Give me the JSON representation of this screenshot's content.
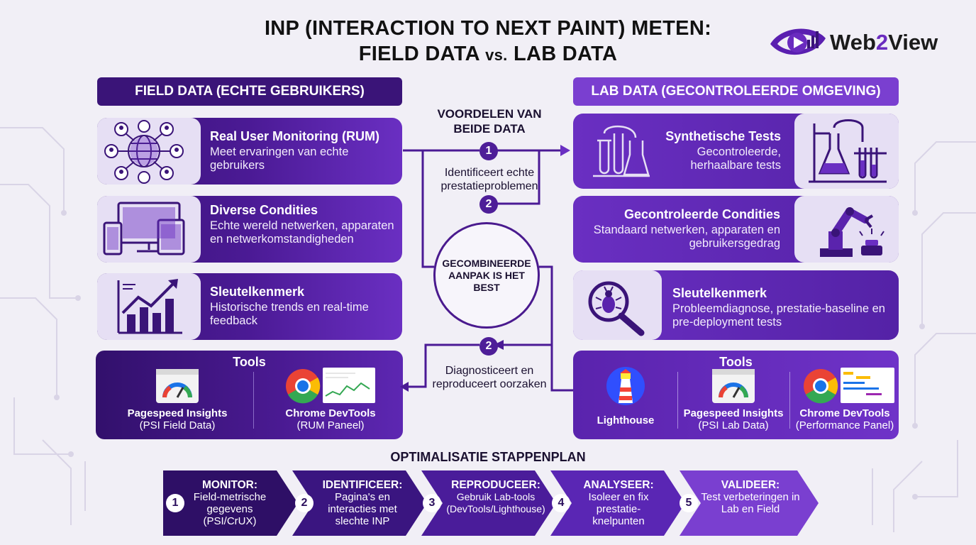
{
  "title": {
    "line1": "INP (INTERACTION TO NEXT PAINT) METEN:",
    "line2_a": "FIELD DATA ",
    "line2_vs": "vs.",
    "line2_b": " LAB DATA"
  },
  "logo": {
    "text_a": "Web",
    "text_b": "2",
    "text_c": "View"
  },
  "field": {
    "header": "FIELD DATA (ECHTE GEBRUIKERS)",
    "cards": [
      {
        "heading": "Real User Monitoring (RUM)",
        "desc": "Meet ervaringen van echte gebruikers",
        "icon": "globe-users-icon"
      },
      {
        "heading": "Diverse Condities",
        "desc": "Echte wereld netwerken, apparaten en netwerkomstandigheden",
        "icon": "devices-icon"
      },
      {
        "heading": "Sleutelkenmerk",
        "desc": "Historische trends en real-time feedback",
        "icon": "trend-chart-icon"
      }
    ],
    "tools_title": "Tools",
    "tools": [
      {
        "name": "Pagespeed Insights",
        "sub": "(PSI Field Data)"
      },
      {
        "name": "Chrome DevTools",
        "sub": "(RUM Paneel)"
      }
    ]
  },
  "lab": {
    "header": "LAB DATA (GECONTROLEERDE OMGEVING)",
    "cards": [
      {
        "heading": "Synthetische Tests",
        "desc": "Gecontroleerde, herhaalbare tests",
        "icon": "lab-flask-icon"
      },
      {
        "heading": "Gecontroleerde Condities",
        "desc": "Standaard netwerken, apparaten en gebruikersgedrag",
        "icon": "robot-arm-icon"
      },
      {
        "heading": "Sleutelkenmerk",
        "desc": "Probleemdiagnose, prestatie-baseline en pre-deployment tests",
        "icon": "bug-magnifier-icon"
      }
    ],
    "tools_title": "Tools",
    "tools": [
      {
        "name": "Lighthouse",
        "sub": ""
      },
      {
        "name": "Pagespeed Insights",
        "sub": "(PSI Lab Data)"
      },
      {
        "name": "Chrome DevTools",
        "sub": "(Performance Panel)"
      }
    ]
  },
  "middle": {
    "heading": "VOORDELEN VAN BEIDE DATA",
    "point1_num": "1",
    "point1_text": "Identificeert echte prestatieproblemen",
    "point2a_num": "2",
    "center_text": "GECOMBINEERDE AANPAK IS HET BEST",
    "point2b_num": "2",
    "point2b_text": "Diagnosticeert en reproduceert oorzaken"
  },
  "steps": {
    "title": "OPTIMALISATIE STAPPENPLAN",
    "items": [
      {
        "num": "1",
        "heading": "MONITOR:",
        "text": "Field-metrische gegevens (PSI/CrUX)"
      },
      {
        "num": "2",
        "heading": "IDENTIFICEER:",
        "text": "Pagina's en interacties met slechte INP"
      },
      {
        "num": "3",
        "heading": "REPRODUCEER:",
        "text": "Gebruik Lab-tools (DevTools/Lighthouse)"
      },
      {
        "num": "4",
        "heading": "ANALYSEER:",
        "text": "Isoleer en fix prestatie-knelpunten"
      },
      {
        "num": "5",
        "heading": "VALIDEER:",
        "text": "Test verbeteringen in Lab en Field"
      }
    ]
  },
  "colors": {
    "primary": "#4b1a95",
    "accent": "#6a2fc2",
    "light": "#e6dff4",
    "background": "#f1eff6"
  }
}
